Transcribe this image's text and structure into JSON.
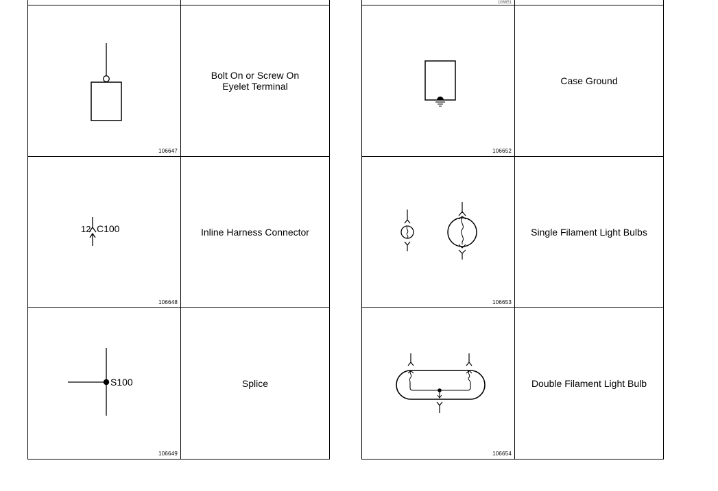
{
  "tables": [
    {
      "rows": [
        {
          "symbol": "eyelet-terminal",
          "figure": "106647",
          "description": "Bolt On or Screw On Eyelet Terminal"
        },
        {
          "symbol": "inline-harness-connector",
          "figure": "106648",
          "description": "Inline Harness Connector",
          "labels": {
            "pin": "12",
            "connector": "C100"
          }
        },
        {
          "symbol": "splice",
          "figure": "106649",
          "description": "Splice",
          "labels": {
            "splice": "S100"
          }
        }
      ]
    },
    {
      "top_stub_figure": "106651",
      "rows": [
        {
          "symbol": "case-ground",
          "figure": "106652",
          "description": "Case Ground"
        },
        {
          "symbol": "single-filament-bulbs",
          "figure": "106653",
          "description": "Single Filament Light Bulbs"
        },
        {
          "symbol": "double-filament-bulb",
          "figure": "106654",
          "description": "Double Filament Light Bulb"
        }
      ]
    }
  ]
}
